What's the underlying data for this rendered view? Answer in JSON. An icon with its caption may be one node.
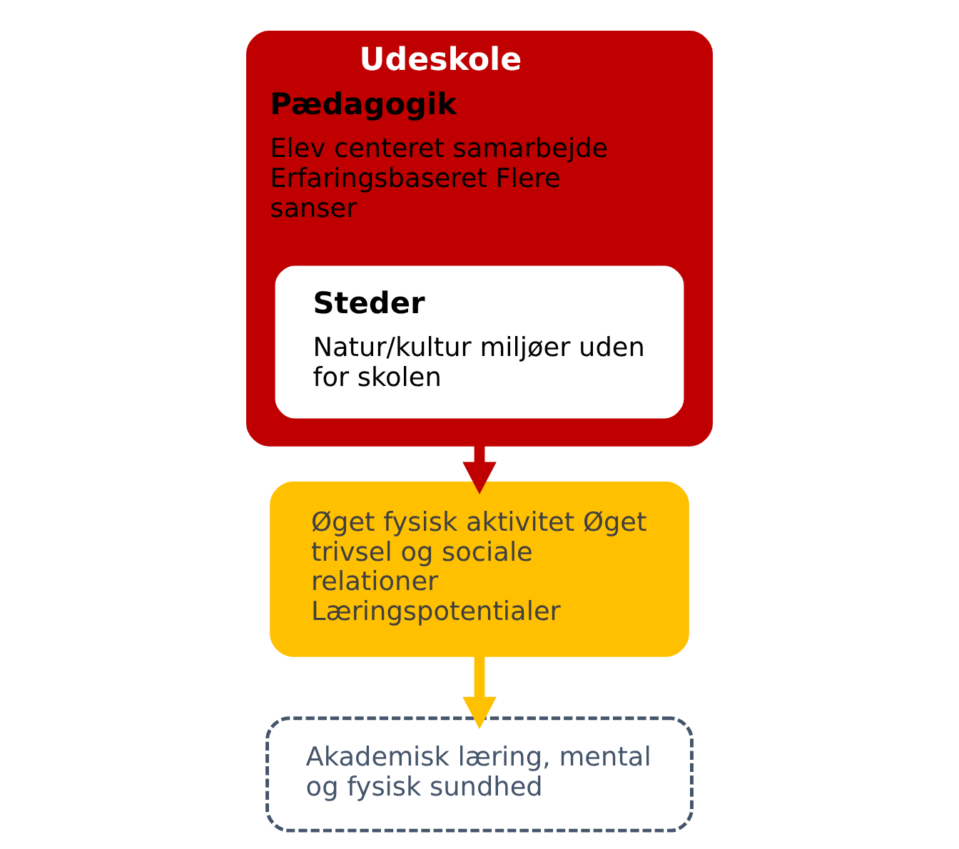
{
  "diagram": {
    "nodes": [
      {
        "text": [
          "Udeskole",
          "Pædagogik",
          "Elev centeret samarbejde Erfaringsbaseret Flere sanser"
        ]
      },
      {
        "text": [
          "Steder",
          "Natur/kultur miljøer uden for skolen"
        ],
        "in": 0
      },
      {
        "text": [
          "Øget fysisk aktivitet Øget trivsel og sociale relationer Læringspotentialer"
        ]
      },
      {
        "text": [
          "Akademisk læring, mental og fysisk sundhed"
        ]
      }
    ],
    "edges": [
      {
        "from": 0,
        "to": 2,
        "arrow": "to",
        "color": "#c00000"
      },
      {
        "from": 2,
        "to": 3,
        "arrow": "to",
        "color": "#ffc000"
      }
    ]
  }
}
